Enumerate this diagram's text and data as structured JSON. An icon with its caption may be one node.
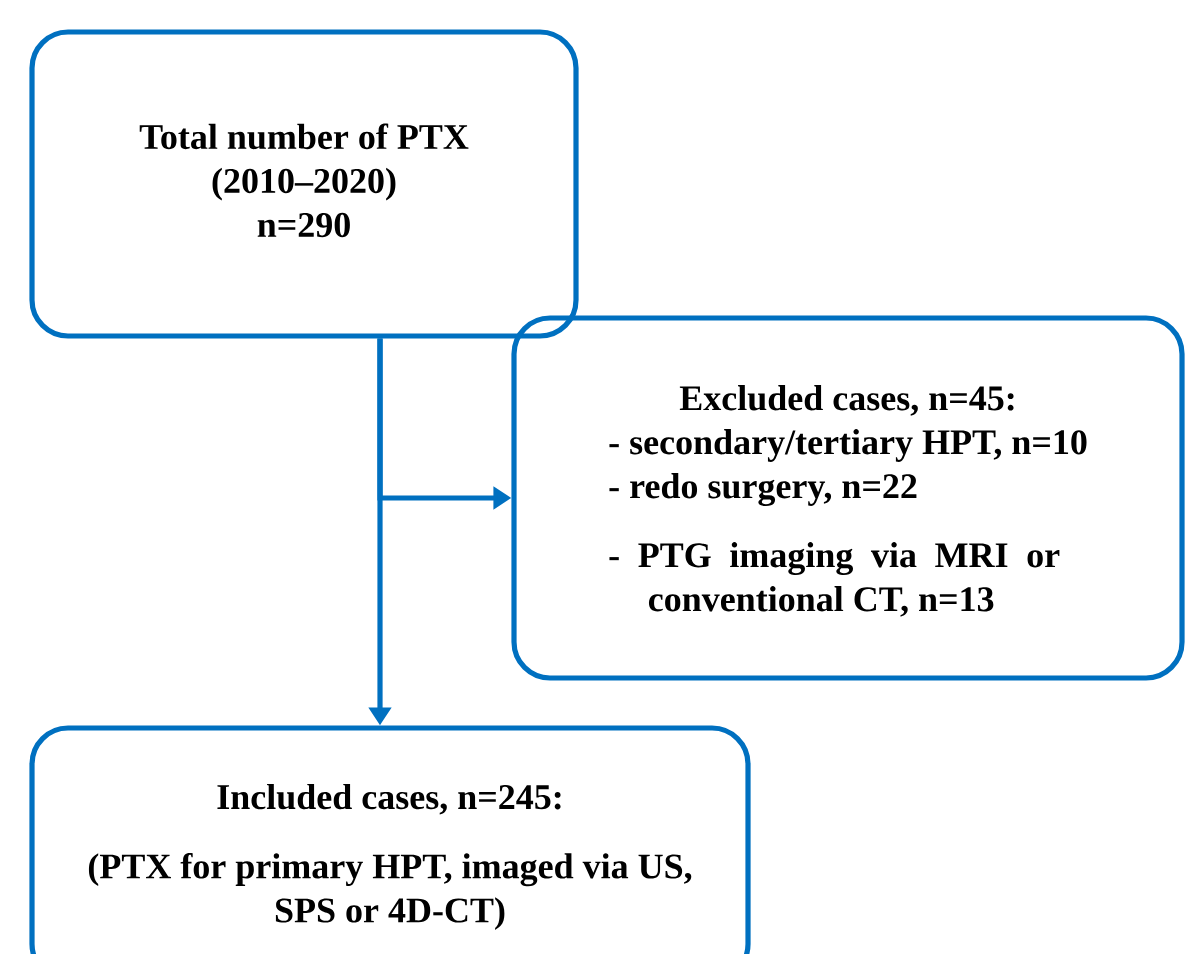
{
  "diagram": {
    "nodes": [
      {
        "text": [
          "Total number of PTX",
          "(2010–2020)",
          "n=290"
        ]
      },
      {
        "text": [
          "Excluded cases, n=45:",
          "- secondary/tertiary HPT, n=10",
          "- redo surgery, n=22",
          "- PTG imaging via MRI or conventional CT, n=13"
        ]
      },
      {
        "text": [
          "Included cases, n=245:",
          "(PTX for primary HPT, imaged via US, SPS or 4D-CT)"
        ]
      }
    ],
    "edges": [
      {
        "from": 0,
        "to": 2,
        "arrow": "to"
      },
      {
        "from": 0,
        "to": 1,
        "arrow": "to"
      }
    ]
  }
}
